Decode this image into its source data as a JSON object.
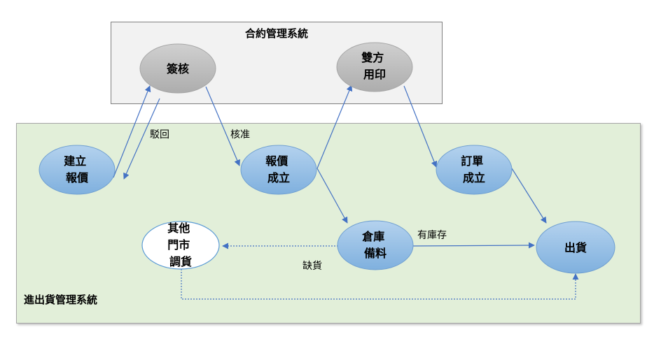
{
  "colors": {
    "contract_panel_fill": "#f2f2f2",
    "shipping_panel_fill": "#e2efd9",
    "gray_node": "#bfbfbf",
    "blue_node": "#9dc3e6",
    "white_node": "#ffffff",
    "arrow": "#4472c4"
  },
  "panels": {
    "contract_title": "合約管理系統",
    "shipping_title": "進出貨管理系統"
  },
  "nodes": {
    "review": [
      "簽核"
    ],
    "seal": [
      "雙方",
      "用印"
    ],
    "create_quote": [
      "建立",
      "報價"
    ],
    "quote_done": [
      "報價",
      "成立"
    ],
    "order_done": [
      "訂單",
      "成立"
    ],
    "warehouse": [
      "倉庫",
      "備料"
    ],
    "other_store": [
      "其他",
      "門市",
      "調貨"
    ],
    "ship": [
      "出貨"
    ]
  },
  "edge_labels": {
    "reject": "駁回",
    "approve": "核准",
    "in_stock": "有庫存",
    "out_of_stock": "缺貨"
  }
}
